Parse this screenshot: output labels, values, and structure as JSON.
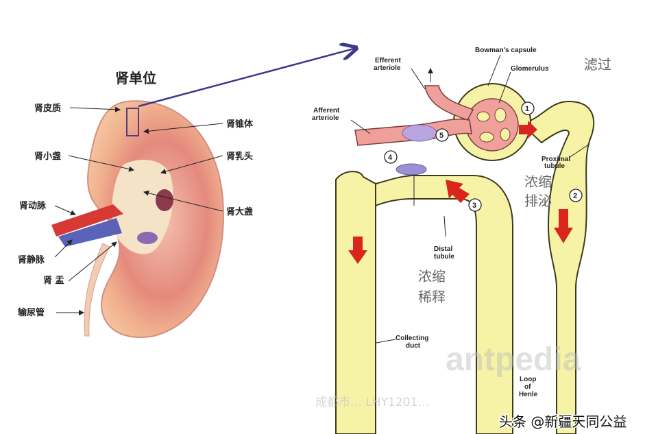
{
  "title": "肾单位",
  "kidney_labels": {
    "cortex": "肾皮质",
    "pyramid": "肾锥体",
    "minor_calyx": "肾小盏",
    "papilla": "肾乳头",
    "artery": "肾动脉",
    "major_calyx": "肾大盏",
    "vein": "肾静脉",
    "pelvis": "肾 盂",
    "ureter": "输尿管"
  },
  "nephron_labels": {
    "efferent_1": "Efferent",
    "efferent_2": "arteriole",
    "afferent_1": "Afferent",
    "afferent_2": "arteriole",
    "bowman": "Bowman's capsule",
    "glomerulus": "Glomerulus",
    "filtration": "滤过",
    "proximal_1": "Proximal",
    "proximal_2": "tubule",
    "conc_secrete_1": "浓缩",
    "conc_secrete_2": "排泌",
    "distal_1": "Distal",
    "distal_2": "tubule",
    "conc_dilute_1": "浓缩",
    "conc_dilute_2": "稀释",
    "collecting_1": "Collecting",
    "collecting_2": "duct",
    "loop_1": "Loop",
    "loop_2": "of",
    "loop_3": "Henle"
  },
  "step_numbers": [
    "1",
    "2",
    "3",
    "4",
    "5"
  ],
  "watermarks": {
    "logo": "antpedia",
    "weibo": "成都市…  LHY1201…",
    "toutiao": "头条 @新疆天同公益"
  },
  "colors": {
    "tubule": "#f6f3a6",
    "tubule_outline": "#3a3a1a",
    "arrow_red": "#d9251c",
    "pointer_arrow": "#3b3a8a",
    "arteriole": "#f0a09a",
    "macula": "#9b8fd6"
  }
}
